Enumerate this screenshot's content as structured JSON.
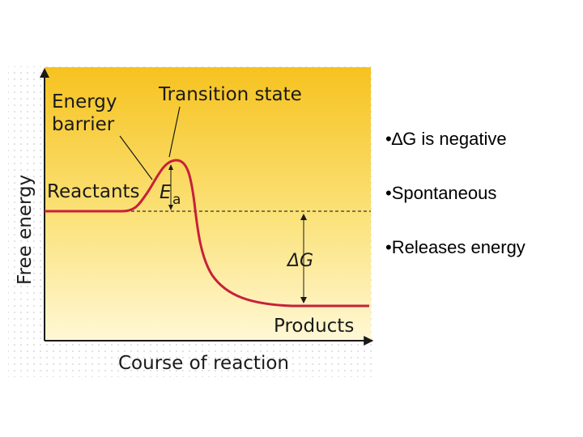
{
  "diagram": {
    "labels": {
      "energy_barrier": [
        "Energy",
        "barrier"
      ],
      "transition_state": "Transition state",
      "reactants": "Reactants",
      "ea_main": "E",
      "ea_sub": "a",
      "delta_g": "ΔG",
      "products": "Products"
    },
    "axes": {
      "y_label": "Free energy",
      "x_label": "Course of reaction"
    },
    "colors": {
      "background_top": "#f6c21f",
      "background_bottom": "#fff6c8",
      "curve": "#c8203a",
      "axis": "#1a1a1a"
    }
  },
  "bullets": [
    "•∆G is negative",
    "•Spontaneous",
    "•Releases energy"
  ]
}
